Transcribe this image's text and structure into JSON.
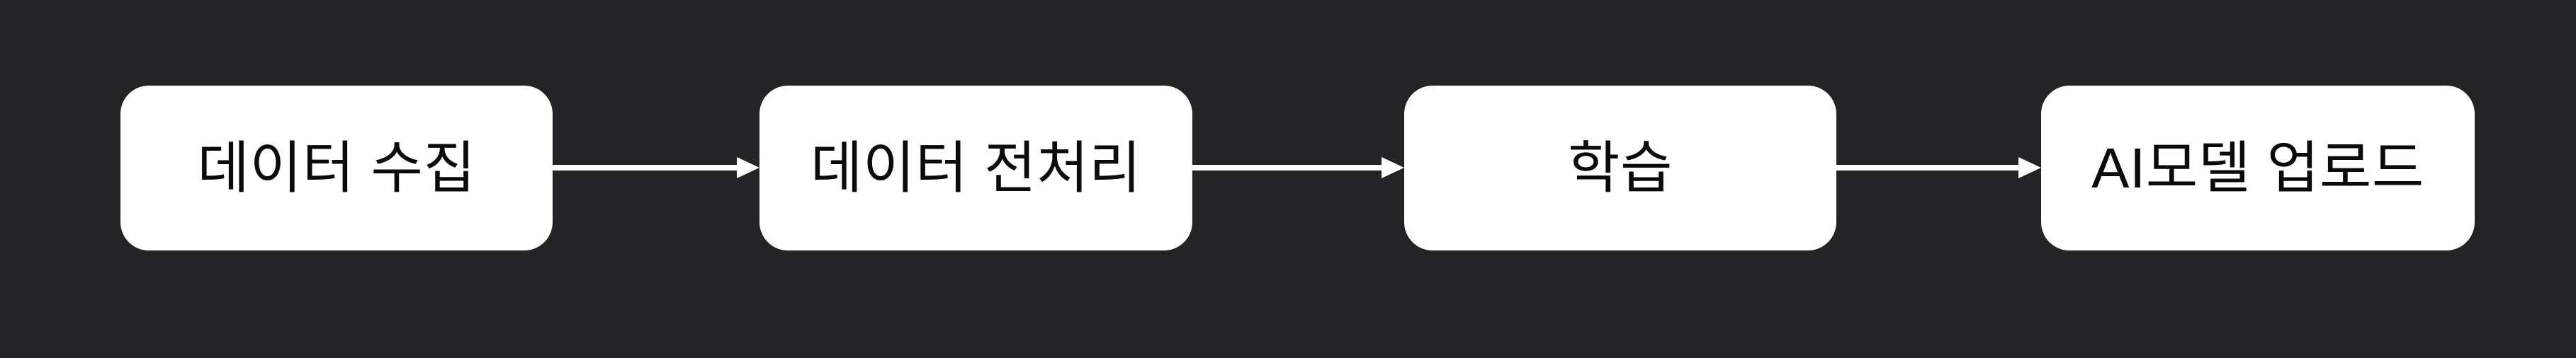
{
  "flowchart": {
    "type": "horizontal-flow",
    "nodes": [
      {
        "label": "데이터 수집"
      },
      {
        "label": "데이터 전처리"
      },
      {
        "label": "학습"
      },
      {
        "label": "AI모델 업로드"
      }
    ],
    "edges": [
      {
        "from": "데이터 수집",
        "to": "데이터 전처리",
        "direction": "right"
      },
      {
        "from": "데이터 전처리",
        "to": "학습",
        "direction": "right"
      },
      {
        "from": "학습",
        "to": "AI모델 업로드",
        "direction": "right"
      }
    ],
    "colors": {
      "background": "#242426",
      "node_fill": "#ffffff",
      "node_text": "#0b0b0b",
      "arrow": "#ffffff"
    }
  }
}
